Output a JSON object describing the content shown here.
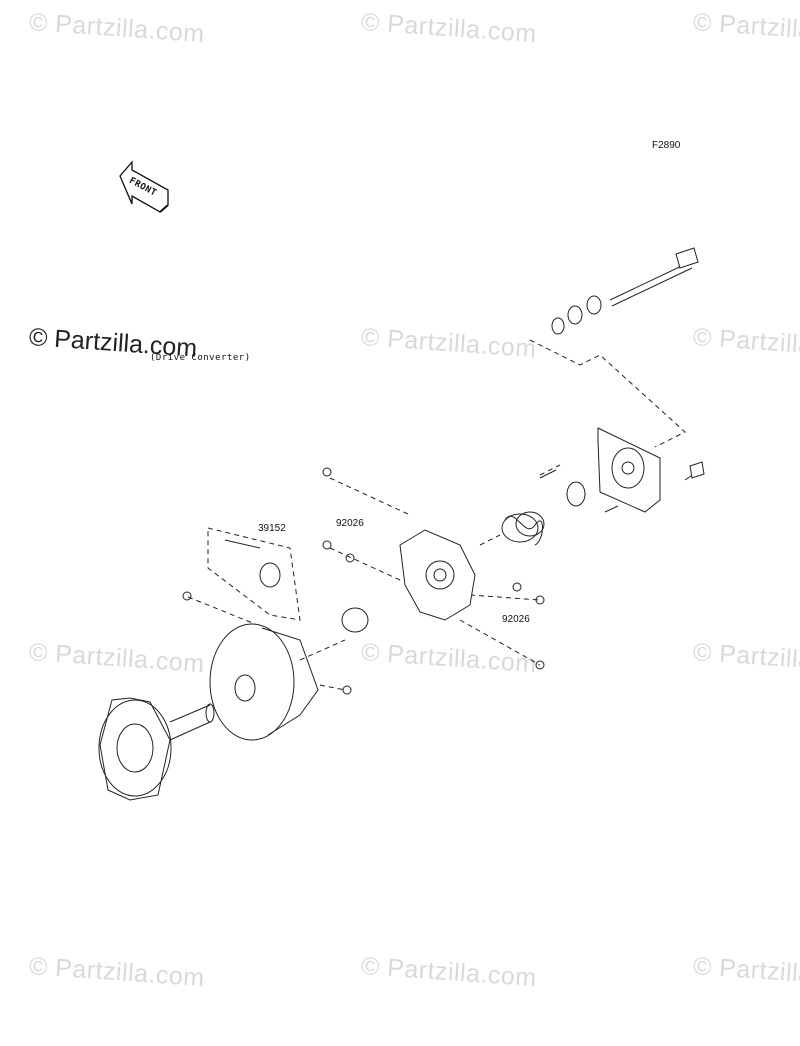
{
  "watermark": {
    "text": "© Partzilla.com",
    "color": "#d9d9d9"
  },
  "diagram": {
    "figure_code": "F2890",
    "front_arrow_label": "FRONT",
    "reference_label": "(Drive Converter)",
    "part_labels": [
      "39152",
      "92026",
      "92026"
    ]
  }
}
